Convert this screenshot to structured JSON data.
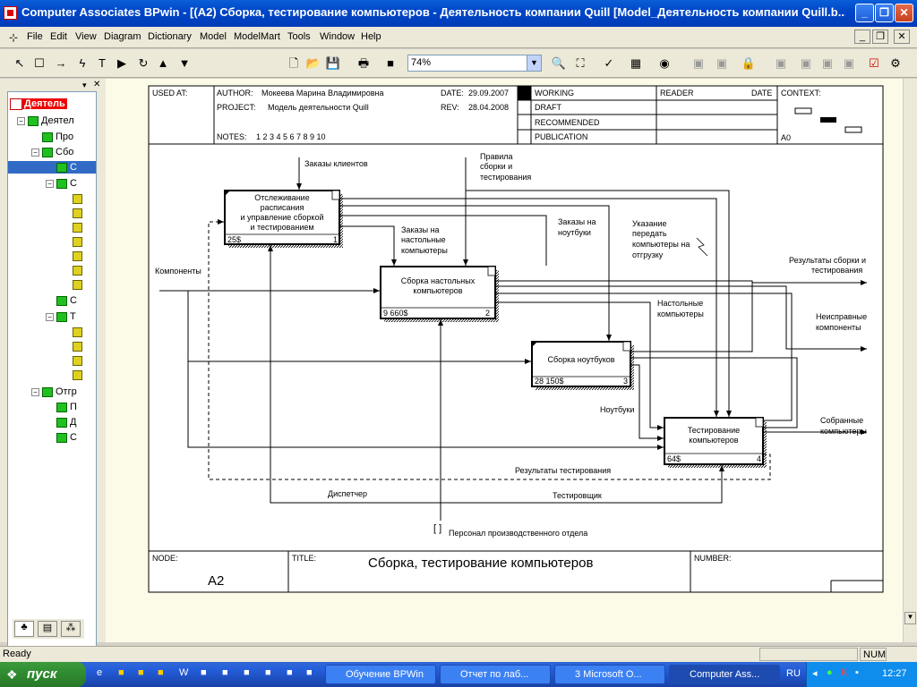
{
  "window": {
    "title": "Computer Associates BPwin - [(A2) Сборка, тестирование  компьютеров - Деятельность компании Quill  [Model_Деятельность компании Quill.b..."
  },
  "menu": [
    "File",
    "Edit",
    "View",
    "Diagram",
    "Dictionary",
    "Model",
    "ModelMart",
    "Tools",
    "Window",
    "Help"
  ],
  "toolbar": {
    "zoom": "74%"
  },
  "tree": {
    "header": "Деятель",
    "items": [
      "Деятел",
      "Про",
      "Сбо",
      "С",
      "С",
      "С",
      "Т",
      "Отгр",
      "П",
      "Д",
      "С"
    ]
  },
  "frame": {
    "used_at_label": "USED AT:",
    "author_label": "AUTHOR:",
    "author": "Мокеева Марина Владимировна",
    "project_label": "PROJECT:",
    "project": "Модель деятельности Quill",
    "date_label": "DATE:",
    "date": "29.09.2007",
    "rev_label": "REV:",
    "rev": "28.04.2008",
    "notes_label": "NOTES:",
    "notes": "1  2  3  4  5  6  7  8  9  10",
    "working": "WORKING",
    "draft": "DRAFT",
    "recommended": "RECOMMENDED",
    "publication": "PUBLICATION",
    "reader": "READER",
    "date_col": "DATE",
    "context_label": "CONTEXT:",
    "context_node": "A0",
    "node_label": "NODE:",
    "node": "A2",
    "title_label": "TITLE:",
    "title": "Сборка, тестирование  компьютеров",
    "number_label": "NUMBER:"
  },
  "boxes": [
    {
      "name": "Отслеживание расписания и управление сборкой и тестированием",
      "lines": [
        "Отслеживание",
        "расписания",
        "и управление сборкой",
        "и тестированием"
      ],
      "cost": "25$",
      "num": "1"
    },
    {
      "name": "Сборка настольных компьютеров",
      "lines": [
        "Сборка настольных",
        "компьютеров"
      ],
      "cost": "9 660$",
      "num": "2"
    },
    {
      "name": "Сборка ноутбуков",
      "lines": [
        "Сборка ноутбуков"
      ],
      "cost": "28 150$",
      "num": "3"
    },
    {
      "name": "Тестирование компьютеров",
      "lines": [
        "Тестирование",
        "компьютеров"
      ],
      "cost": "64$",
      "num": "4"
    }
  ],
  "arrows": {
    "zakazy_klientov": "Заказы клиентов",
    "pravila": [
      "Правила",
      "сборки и",
      "тестирования"
    ],
    "zakazy_nastol": [
      "Заказы на",
      "настольные",
      "компьютеры"
    ],
    "zakazy_noutbuki": [
      "Заказы на",
      "ноутбуки"
    ],
    "ukazanie": [
      "Указание",
      "передать",
      "компьютеры на",
      "отгрузку"
    ],
    "komponenty": "Компоненты",
    "rezultaty_sborki": [
      "Результаты сборки и",
      "тестирования"
    ],
    "nastolnye": [
      "Настольные",
      "компьютеры"
    ],
    "neispravnye": [
      "Неисправные",
      "компоненты"
    ],
    "noutbuki": "Ноутбуки",
    "sobrannye": [
      "Собранные",
      "компьютеры"
    ],
    "rezultaty_test": "Результаты тестирования",
    "dispetcher": "Диспетчер",
    "testirovshik": "Тестировщик",
    "personal": "Персонал производственного отдела",
    "tunnel": "[ ]"
  },
  "status": {
    "left": "Ready",
    "num": "NUM"
  },
  "taskbar": {
    "start": "пуск",
    "tasks": [
      "Обучение BPWin",
      "Отчет по лаб...",
      "3 Microsoft O...",
      "Computer Ass..."
    ],
    "lang": "RU",
    "clock": "12:27"
  }
}
